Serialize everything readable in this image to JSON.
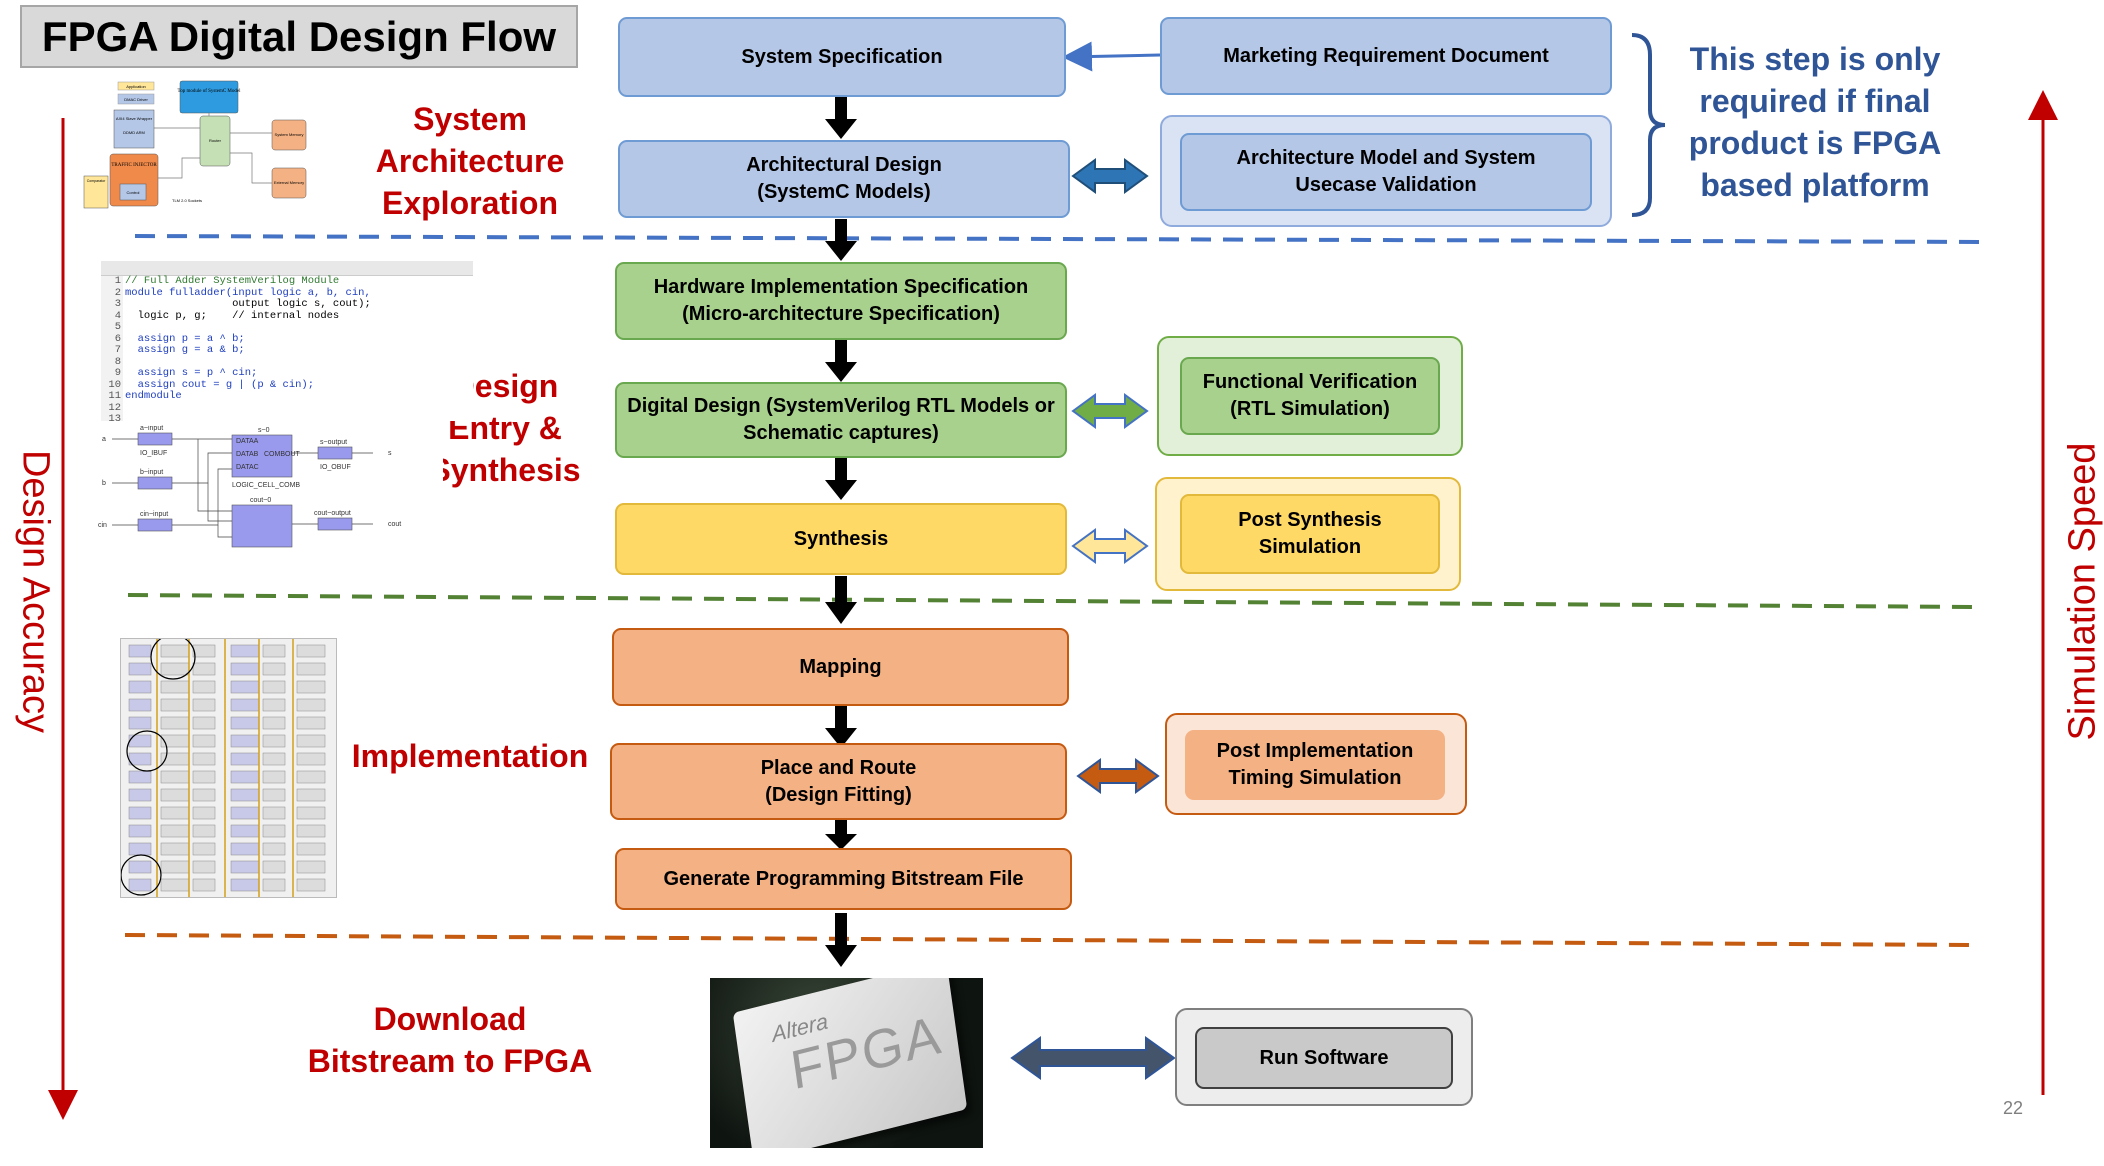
{
  "title": "FPGA Digital Design Flow",
  "stages": {
    "system_architecture": [
      "System",
      "Architecture",
      "Exploration"
    ],
    "design_entry": [
      "Design",
      "Entry &",
      "Synthesis"
    ],
    "implementation": "Implementation",
    "download": [
      "Download",
      "Bitstream to FPGA"
    ]
  },
  "flow": {
    "system_spec": "System Specification",
    "marketing_doc": "Marketing Requirement Document",
    "arch_design": [
      "Architectural Design",
      "(SystemC Models)"
    ],
    "arch_model_validation": [
      "Architecture Model and System",
      "Usecase Validation"
    ],
    "hw_impl_spec": [
      "Hardware Implementation Specification",
      "(Micro-architecture Specification)"
    ],
    "digital_design": [
      "Digital Design (SystemVerilog RTL Models or",
      "Schematic captures)"
    ],
    "functional_verification": [
      "Functional Verification",
      "(RTL Simulation)"
    ],
    "synthesis": "Synthesis",
    "post_synthesis_sim": [
      "Post Synthesis",
      "Simulation"
    ],
    "mapping": "Mapping",
    "place_route": [
      "Place and Route",
      "(Design Fitting)"
    ],
    "post_impl_sim": [
      "Post Implementation",
      "Timing Simulation"
    ],
    "bitstream": "Generate Programming Bitstream File",
    "run_software": "Run Software"
  },
  "note": [
    "This step is only",
    "required if final",
    "product is FPGA",
    "based platform"
  ],
  "axes": {
    "left": "Design Accuracy",
    "right": "Simulation Speed"
  },
  "chip": {
    "brand": "Altera",
    "name": "FPGA"
  },
  "code_thumbnail": {
    "lines": [
      "// Full Adder SystemVerilog Module",
      "module fulladder(input logic a, b, cin,",
      "                 output logic s, cout);",
      "  logic p, g;    // internal nodes",
      "",
      "  assign p = a ^ b;",
      "  assign g = a & b;",
      "",
      "  assign s = p ^ cin;",
      "  assign cout = g | (p & cin);",
      "endmodule",
      "",
      ""
    ]
  },
  "schematic_thumbnail": {
    "labels": [
      "a~input",
      "b~input",
      "cin~input",
      "s~0",
      "cout~0",
      "s~output",
      "cout~output",
      "IO_IBUF",
      "IO_OBUF",
      "LOGIC_CELL_COMB",
      "DATAA",
      "DATAB",
      "DATAC",
      "COMBOUT",
      "a",
      "b",
      "cin",
      "s",
      "cout"
    ]
  },
  "system_thumbnail": {
    "labels": [
      "Application",
      "DMAC Driver",
      "Top module of SystemC Model",
      "AXI4 Slave Wrapper",
      "DDMD ARM",
      "Router",
      "System Memory",
      "TRAFFIC INJECTOR",
      "Control",
      "Comparator",
      "External Memory",
      "TLM 2.0 Sockets"
    ]
  },
  "page_number": "22",
  "colors": {
    "blue_fill": "#b4c7e7",
    "green_fill": "#a9d18e",
    "yellow_fill": "#ffd966",
    "orange_fill": "#f4b183",
    "grey_fill": "#c9c9c9",
    "stage_red": "#c00000",
    "note_blue": "#2f5597"
  }
}
